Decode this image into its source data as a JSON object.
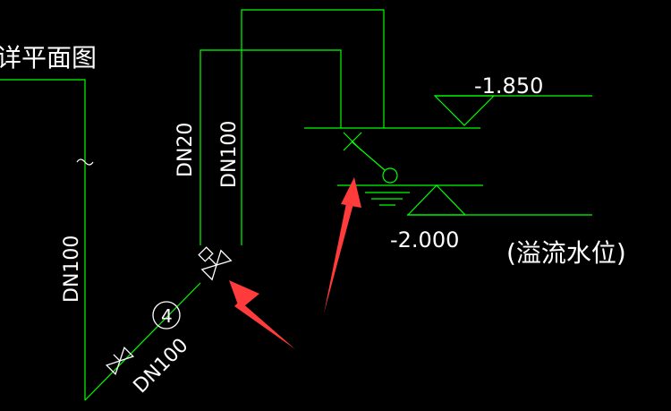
{
  "drawing": {
    "title_fragment": "详平面图",
    "pipe_labels": {
      "riser_small": "DN20",
      "riser_large": "DN100",
      "vertical_main": "DN100",
      "diagonal_branch": "DN100"
    },
    "elevations": {
      "upper_level": "-1.850",
      "lower_level": "-2.000"
    },
    "overflow_note": "(溢流水位)",
    "meter_symbol": "4"
  },
  "colors": {
    "background": "#000000",
    "pipe": "#00ff00",
    "text": "#ffffff",
    "annotation_arrow": "#ff3b3b"
  }
}
